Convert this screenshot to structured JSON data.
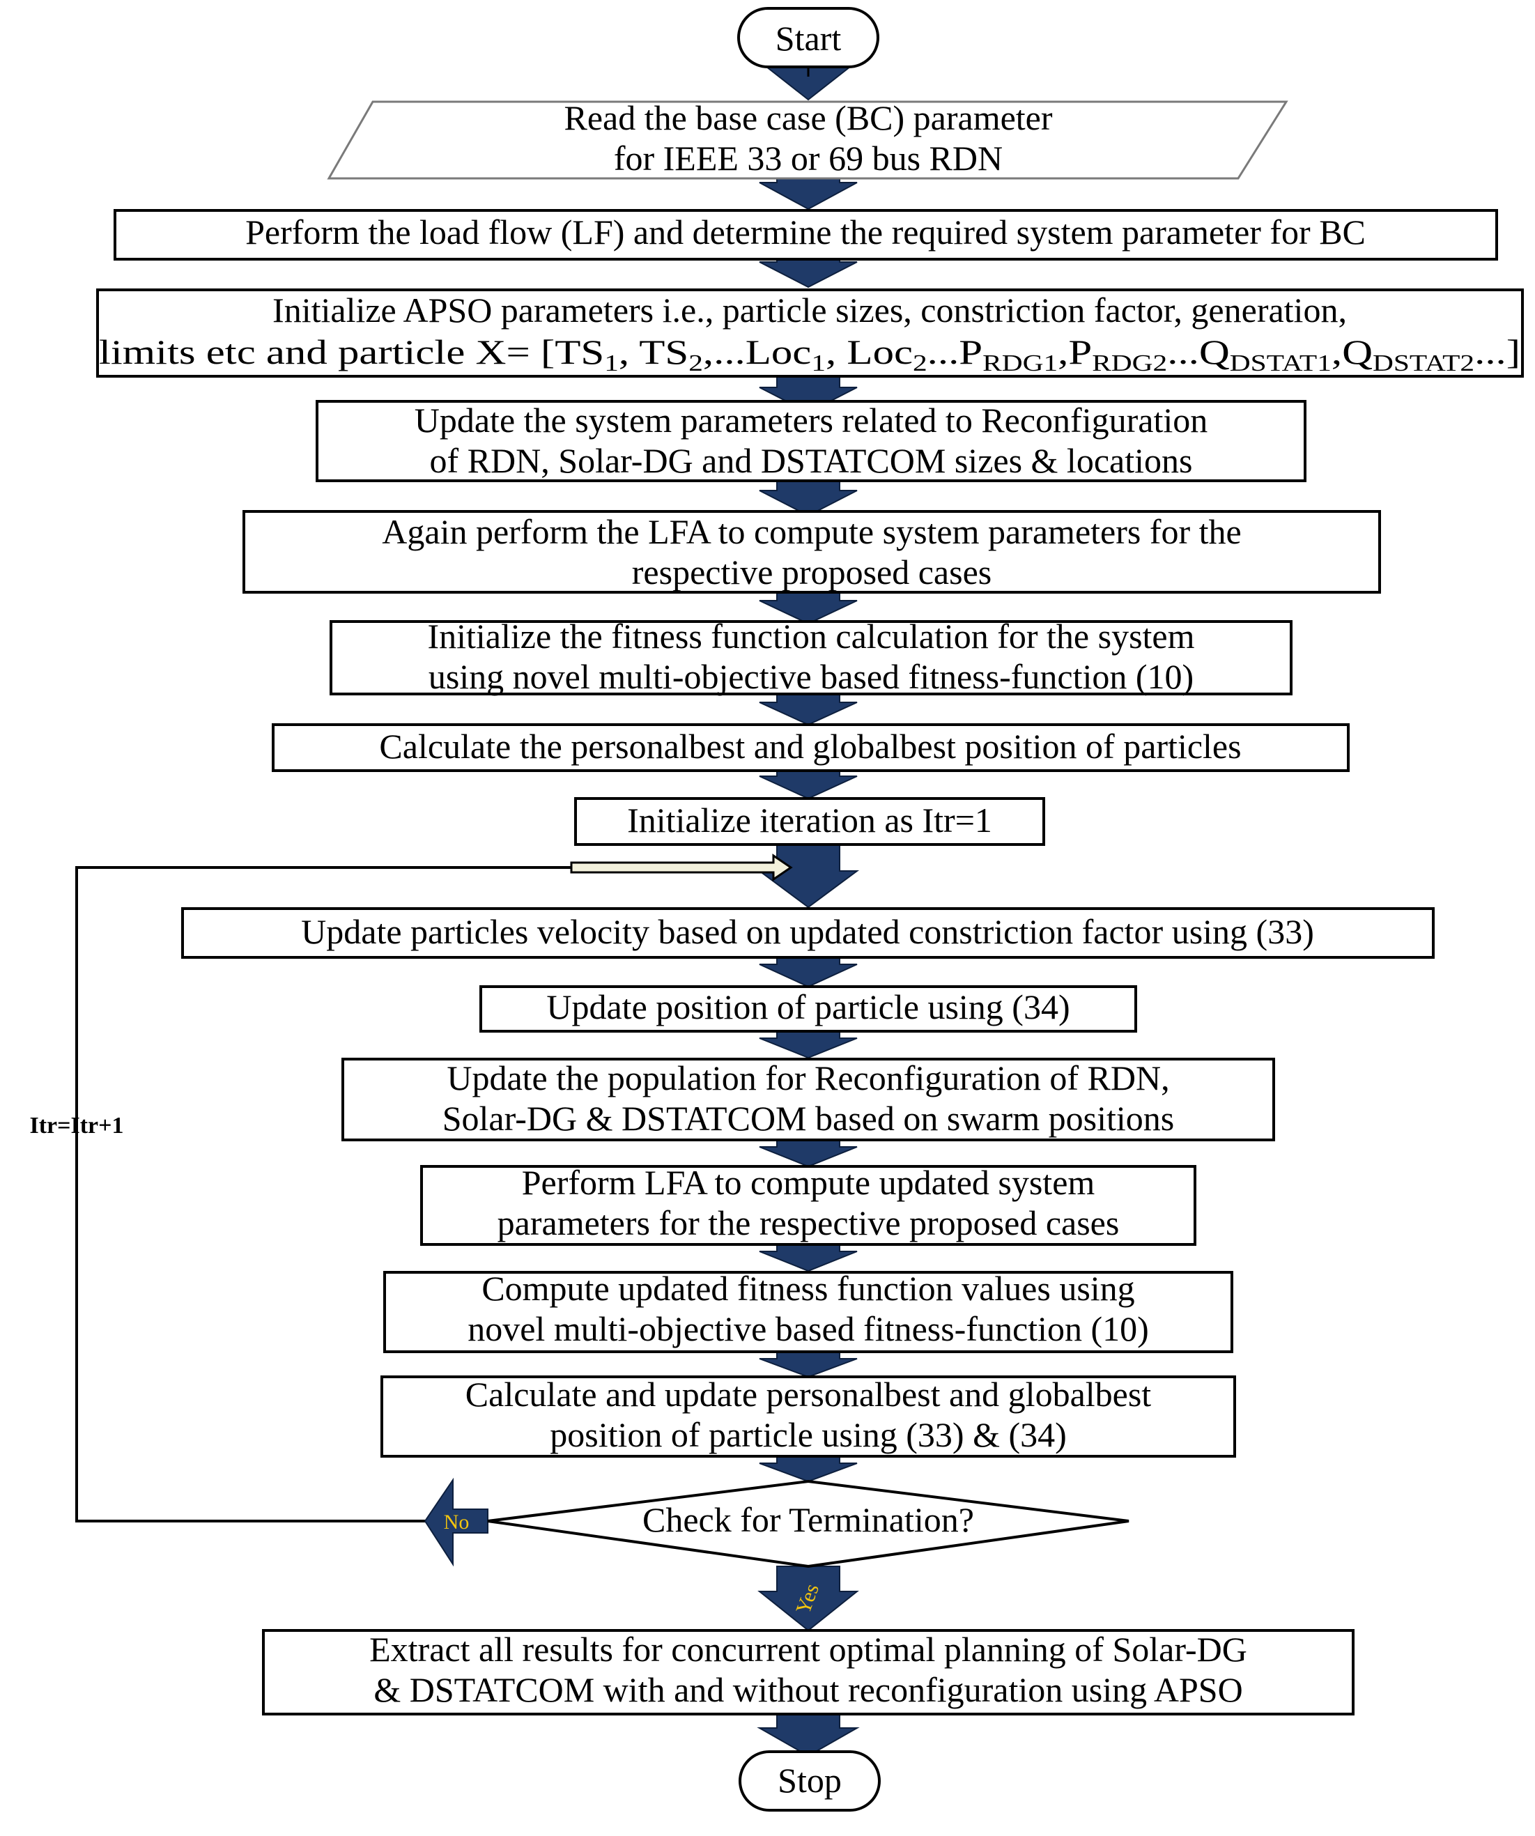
{
  "colors": {
    "arrow_fill": "#1f3a68",
    "arrow_stroke": "#0d1f3d",
    "box_stroke": "#000000",
    "arrow_label": "#f2c40f",
    "loop_arrow_fill": "#f3f1dc"
  },
  "start": {
    "label": "Start"
  },
  "read_params": {
    "line1": "Read the base case (BC) parameter",
    "line2": "for IEEE 33 or 69 bus RDN"
  },
  "load_flow": {
    "line1": "Perform the load flow (LF) and determine the required system parameter for BC"
  },
  "init_apso": {
    "line1": "Initialize APSO parameters i.e., particle sizes, constriction factor, generation,",
    "line2": {
      "prefix": "limits etc and particle X= [TS",
      "s1": "1",
      "t1": ", TS",
      "s2": "2",
      "t2": ",...Loc",
      "s3": "1",
      "t3": ", Loc",
      "s4": "2",
      "t4": "...P",
      "s5": "RDG1",
      "t5": ",P",
      "s6": "RDG2",
      "t6": "...Q",
      "s7": "DSTAT1",
      "t7": ",Q",
      "s8": "DSTAT2",
      "t8": "...]"
    }
  },
  "update_sys": {
    "line1": "Update the system parameters related to Reconfiguration",
    "line2": "of RDN, Solar-DG and DSTATCOM sizes & locations"
  },
  "again_lfa": {
    "line1": "Again perform the LFA to compute system parameters for the",
    "line2": "respective proposed cases"
  },
  "init_fitness": {
    "line1": "Initialize the fitness function calculation for the system",
    "line2": "using novel multi-objective based fitness-function (10)"
  },
  "calc_best": {
    "line1": "Calculate the personalbest and globalbest position of particles"
  },
  "init_iter": {
    "line1": "Initialize iteration as Itr=1"
  },
  "update_vel": {
    "line1": "Update particles velocity based on updated constriction factor using (33)"
  },
  "update_pos": {
    "line1": "Update position of particle using (34)"
  },
  "update_pop": {
    "line1": "Update the population for Reconfiguration of RDN,",
    "line2": "Solar-DG & DSTATCOM based on swarm positions"
  },
  "perform_lfa": {
    "line1": "Perform LFA to compute updated system",
    "line2": "parameters for the respective proposed cases"
  },
  "compute_fit": {
    "line1": "Compute updated fitness function values using",
    "line2": "novel multi-objective based fitness-function (10)"
  },
  "update_best": {
    "line1": "Calculate and update personalbest and globalbest",
    "line2": "position of particle using (33) & (34)"
  },
  "decision": {
    "label": "Check for Termination?"
  },
  "loop_label": "Itr=Itr+1",
  "no_label": "No",
  "yes_label": "Yes",
  "extract": {
    "line1": "Extract all results for concurrent optimal planning of Solar-DG",
    "line2": "& DSTATCOM with and without reconfiguration using APSO"
  },
  "stop": {
    "label": "Stop"
  }
}
